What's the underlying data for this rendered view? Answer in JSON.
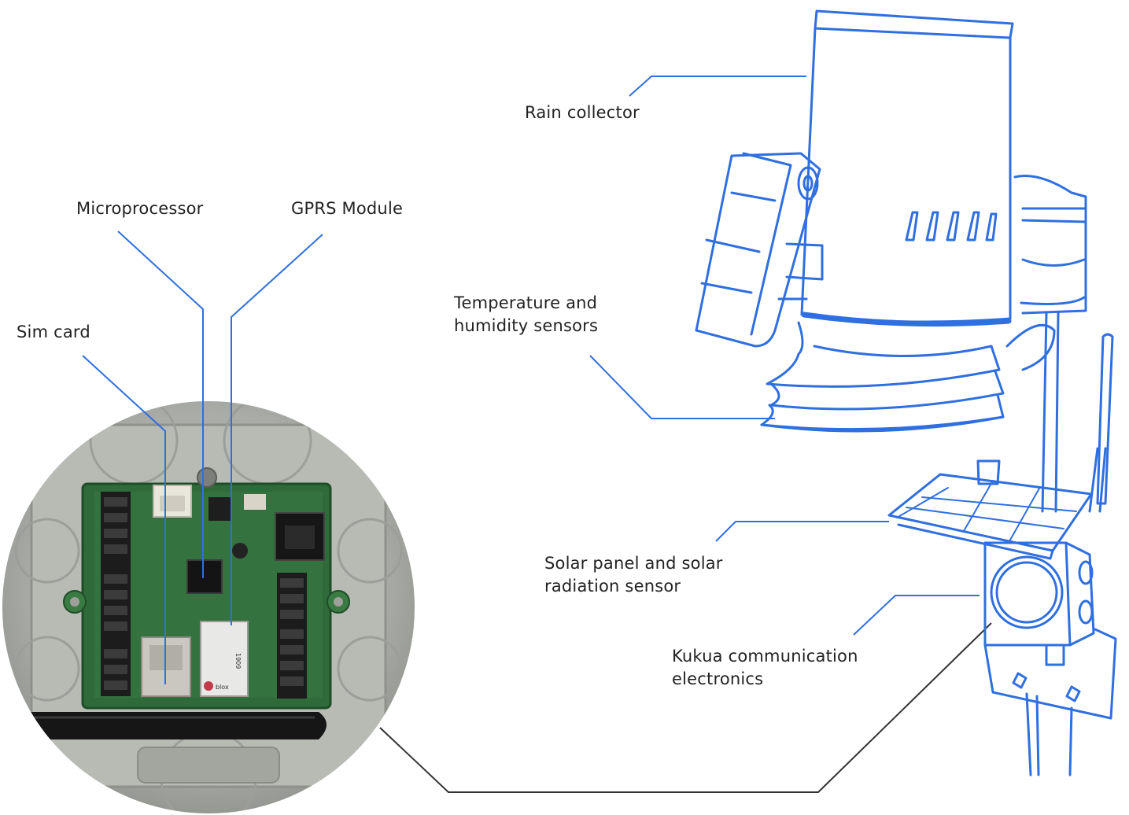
{
  "labels": {
    "rain_collector": "Rain collector",
    "microprocessor": "Microprocessor",
    "gprs_module": "GPRS Module",
    "sim_card": "Sim card",
    "temp_humidity": [
      "Temperature and",
      "humidity sensors"
    ],
    "solar_panel": [
      "Solar panel and solar",
      "radiation sensor"
    ],
    "kukua_electronics": [
      "Kukua communication",
      "electronics"
    ]
  },
  "board_markings": {
    "module_brand": "blox",
    "module_code": "1909"
  },
  "colors": {
    "line_blue": "#2f6fe0",
    "text": "#222222",
    "connector_line": "#333333"
  }
}
